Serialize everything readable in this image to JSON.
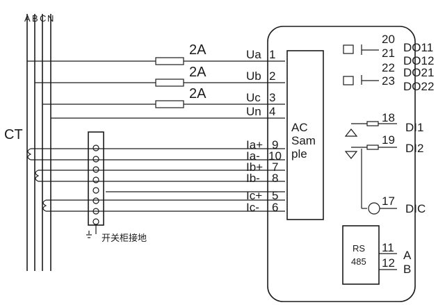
{
  "bus": {
    "labels": [
      "A",
      "B",
      "C",
      "N"
    ]
  },
  "ct_label": "CT",
  "fuses": [
    {
      "rating": "2A"
    },
    {
      "rating": "2A"
    },
    {
      "rating": "2A"
    }
  ],
  "voltage_inputs": [
    {
      "name": "Ua",
      "terminal": "1"
    },
    {
      "name": "Ub",
      "terminal": "2"
    },
    {
      "name": "Uc",
      "terminal": "3"
    },
    {
      "name": "Un",
      "terminal": "4"
    }
  ],
  "current_inputs": [
    {
      "name": "Ia+",
      "terminal": "9"
    },
    {
      "name": "Ia-",
      "terminal": "10"
    },
    {
      "name": "Ib+",
      "terminal": "7"
    },
    {
      "name": "Ib-",
      "terminal": "8"
    },
    {
      "name": "Ic+",
      "terminal": "5"
    },
    {
      "name": "Ic-",
      "terminal": "6"
    }
  ],
  "ac_sample_block": {
    "lines": [
      "AC",
      "Sam",
      "ple"
    ]
  },
  "digital_outputs": [
    {
      "name": "DO11",
      "terminal": "20"
    },
    {
      "name": "DO12",
      "terminal": "21"
    },
    {
      "name": "DO21",
      "terminal": "22"
    },
    {
      "name": "DO22",
      "terminal": "23"
    }
  ],
  "digital_inputs": [
    {
      "name": "DI1",
      "terminal": "18"
    },
    {
      "name": "DI2",
      "terminal": "19"
    },
    {
      "name": "DIC",
      "terminal": "17"
    }
  ],
  "rs485": {
    "lines": [
      "RS",
      "485"
    ],
    "ports": [
      {
        "name": "A",
        "terminal": "11"
      },
      {
        "name": "B",
        "terminal": "12"
      }
    ]
  },
  "ground_label": "开关柜接地"
}
